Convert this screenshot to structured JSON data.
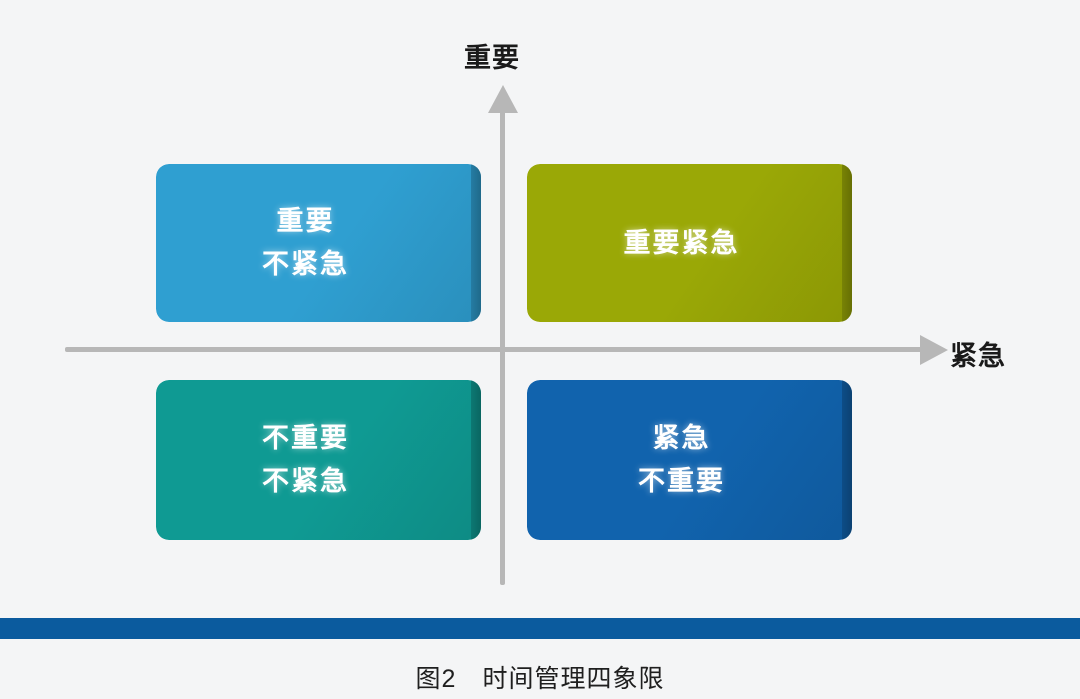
{
  "figure": {
    "background_color": "#f4f5f6",
    "caption": "图2　时间管理四象限",
    "rule_color": "#0b5b9e",
    "axis_color": "#b7b7b7"
  },
  "axes": {
    "vertical_label": "重要",
    "horizontal_label": "紧急"
  },
  "quadrants": [
    {
      "id": "important-not-urgent",
      "position": "top-left",
      "color": "#2f9fd1",
      "lines": [
        "重要",
        "不紧急"
      ]
    },
    {
      "id": "important-urgent",
      "position": "top-right",
      "color": "#9aa806",
      "lines": [
        "重要紧急"
      ]
    },
    {
      "id": "not-important-not-urgent",
      "position": "bottom-left",
      "color": "#0f9a93",
      "lines": [
        "不重要",
        "不紧急"
      ]
    },
    {
      "id": "urgent-not-important",
      "position": "bottom-right",
      "color": "#1163ad",
      "lines": [
        "紧急",
        "不重要"
      ]
    }
  ]
}
